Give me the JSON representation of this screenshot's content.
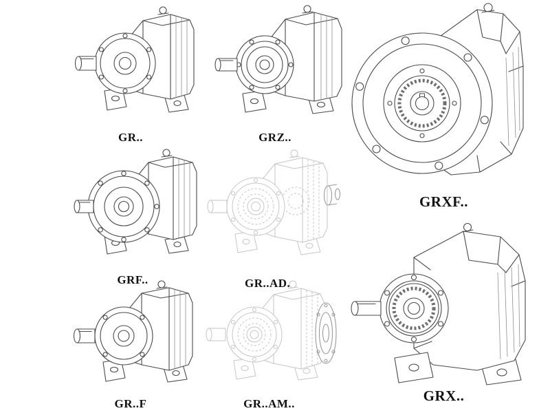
{
  "page": {
    "background": "#ffffff",
    "line_color": "#4a4a4a",
    "rib_color": "#8d8d8d",
    "phantom_color": "#c6c6c6",
    "phantom_dark_color": "#9a9a9a",
    "label_color": "#111111"
  },
  "figures": {
    "gr": {
      "label": "GR.."
    },
    "grz": {
      "label": "GRZ.."
    },
    "grxf": {
      "label": "GRXF.."
    },
    "grf": {
      "label": "GRF.."
    },
    "grad": {
      "label": "GR..AD.."
    },
    "grx": {
      "label": "GRX.."
    },
    "grfoot": {
      "label": "GR..F"
    },
    "gram": {
      "label": "GR..AM.."
    }
  }
}
